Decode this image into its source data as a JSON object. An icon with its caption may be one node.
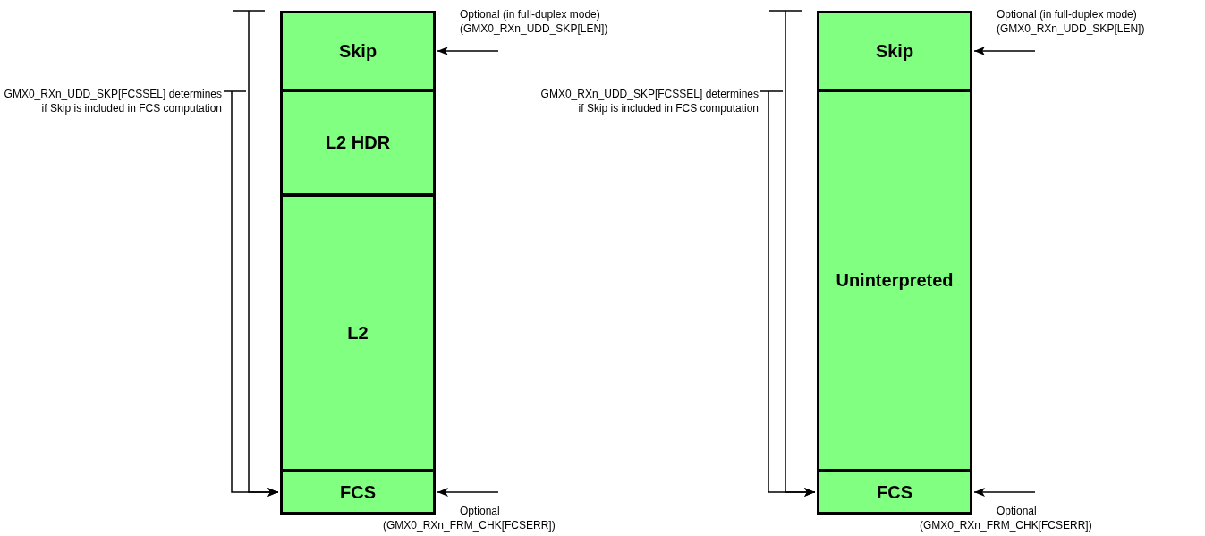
{
  "diagram": {
    "nodes": [
      {
        "text": [
          "Skip"
        ]
      },
      {
        "text": [
          "L2 HDR"
        ]
      },
      {
        "text": [
          "L2"
        ]
      },
      {
        "text": [
          "FCS"
        ]
      },
      {
        "text": [
          "Skip"
        ]
      },
      {
        "text": [
          "Uninterpreted"
        ]
      },
      {
        "text": [
          "FCS"
        ]
      },
      {
        "text": [
          "GMX0_RXn_UDD_SKP[FCSSEL] determines if Skip is included in FCS computation"
        ]
      },
      {
        "text": [
          "GMX0_RXn_UDD_SKP[FCSSEL] determines if Skip is included in FCS computation"
        ]
      }
    ],
    "edges": [
      {
        "from": null,
        "to": 0,
        "arrow": "to"
      },
      {
        "from": null,
        "to": 3,
        "arrow": "to"
      },
      {
        "from": 7,
        "to": 3,
        "arrow": "to"
      },
      {
        "from": null,
        "to": 3,
        "arrow": "to"
      },
      {
        "from": null,
        "to": 4,
        "arrow": "to"
      },
      {
        "from": null,
        "to": 6,
        "arrow": "to"
      },
      {
        "from": 8,
        "to": 6,
        "arrow": "to"
      },
      {
        "from": null,
        "to": 6,
        "arrow": "to"
      }
    ],
    "labels": [
      "Optional (in full-duplex mode) (GMX0_RXn_UDD_SKP[LEN])",
      "Optional",
      "(GMX0_RXn_FRM_CHK[FCSERR])",
      "Optional (in full-duplex mode) (GMX0_RXn_UDD_SKP[LEN])",
      "Optional",
      "(GMX0_RXn_FRM_CHK[FCSERR])"
    ]
  }
}
